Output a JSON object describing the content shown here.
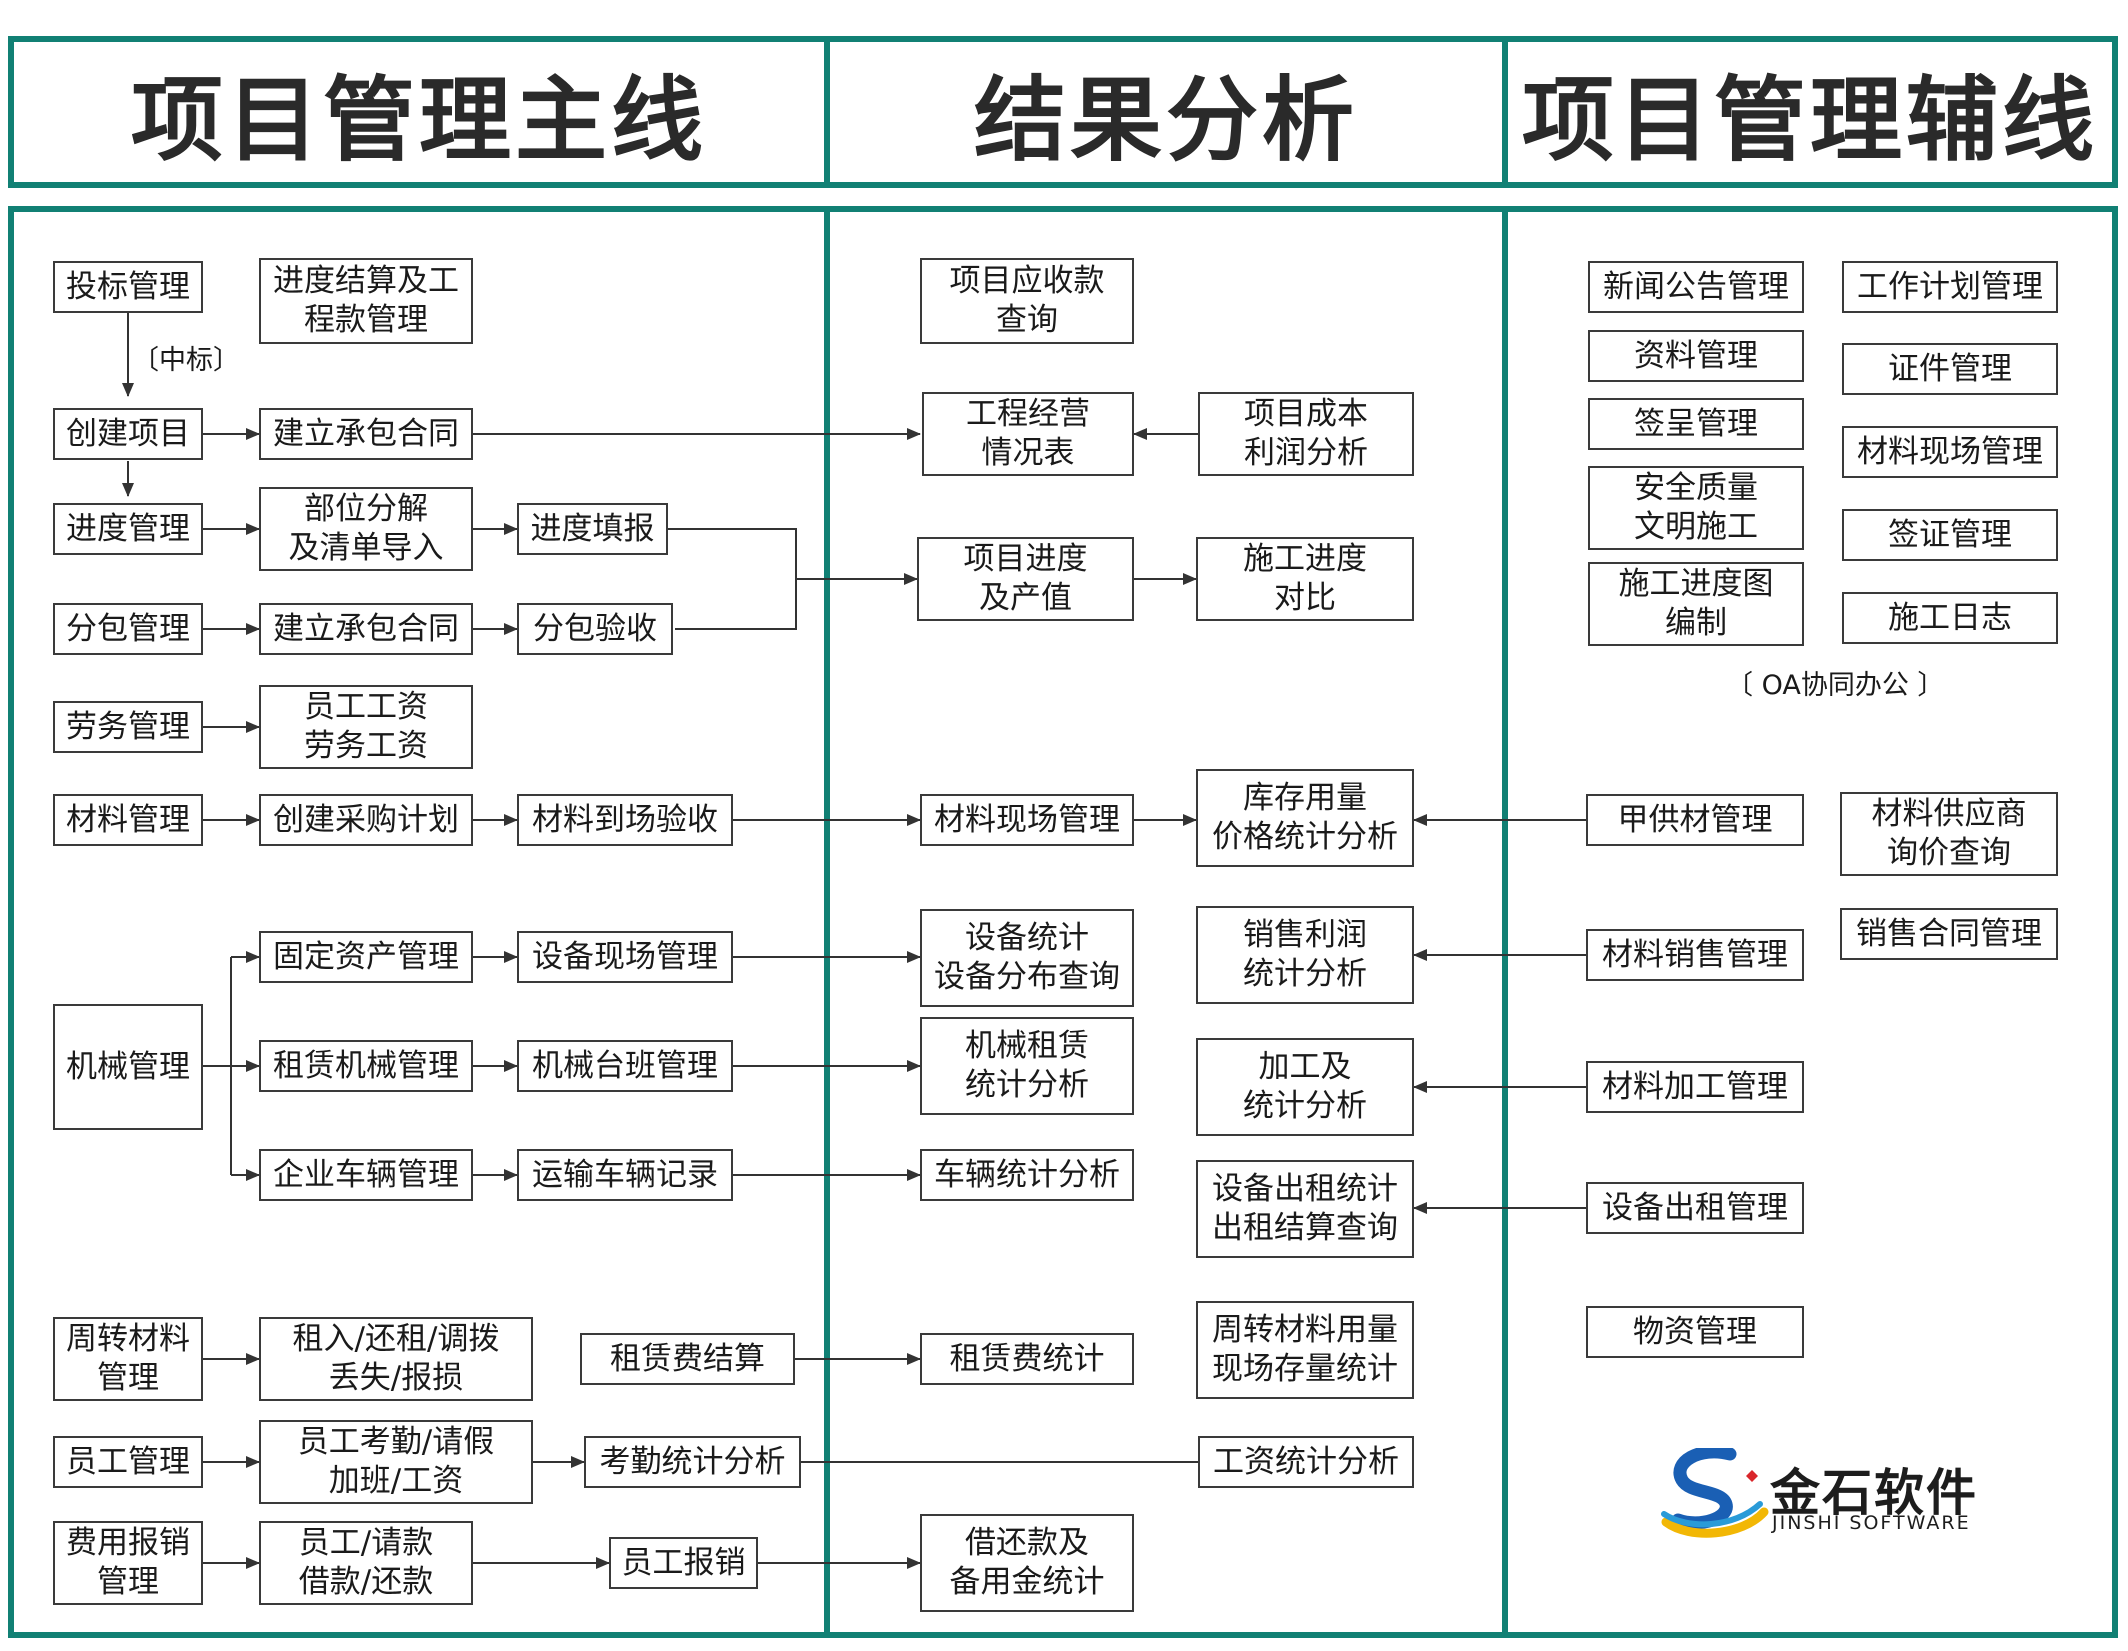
{
  "headers": {
    "main": "项目管理主线",
    "analysis": "结果分析",
    "aux": "项目管理辅线"
  },
  "notes": {
    "win_bid": "〔中标〕",
    "oa": "〔 OA协同办公 〕"
  },
  "logo": {
    "name": "金石软件",
    "sub": "JINSHI SOFTWARE",
    "colors": [
      "#1a5fb4",
      "#2a9bd8",
      "#f2b705",
      "#d9262b"
    ]
  },
  "nodes": {
    "bid": "投标管理",
    "progress_settle": "进度结算及工\n程款管理",
    "receivable": "项目应收款\n查询",
    "create_project": "创建项目",
    "contract1": "建立承包合同",
    "eng_ops": "工程经营\n情况表",
    "cost_profit": "项目成本\n利润分析",
    "progress_mgmt": "进度管理",
    "decompose": "部位分解\n及清单导入",
    "progress_fill": "进度填报",
    "proj_progress": "项目进度\n及产值",
    "construct_compare": "施工进度\n对比",
    "subcontract": "分包管理",
    "contract2": "建立承包合同",
    "sub_accept": "分包验收",
    "labor": "劳务管理",
    "wages": "员工工资\n劳务工资",
    "material": "材料管理",
    "purchase_plan": "创建采购计划",
    "arrival_accept": "材料到场验收",
    "site_material": "材料现场管理",
    "inventory": "库存用量\n价格统计分析",
    "fixed_asset": "固定资产管理",
    "equip_site": "设备现场管理",
    "equip_stats": "设备统计\n设备分布查询",
    "sales_profit": "销售利润\n统计分析",
    "machinery": "机械管理",
    "rent_machine": "租赁机械管理",
    "machine_shift": "机械台班管理",
    "machine_rent_stats": "机械租赁\n统计分析",
    "process_stats": "加工及\n统计分析",
    "vehicles": "企业车辆管理",
    "transport": "运输车辆记录",
    "vehicle_stats": "车辆统计分析",
    "rentout_stats": "设备出租统计\n出租结算查询",
    "turnover": "周转材料\n管理",
    "rent_ops": "租入/还租/调拨\n丢失/报损",
    "rent_settle": "租赁费结算",
    "rent_stats": "租赁费统计",
    "turnover_stats": "周转材料用量\n现场存量统计",
    "staff": "员工管理",
    "attendance": "员工考勤/请假\n加班/工资",
    "attend_stats": "考勤统计分析",
    "wage_stats": "工资统计分析",
    "expense": "费用报销\n管理",
    "loan": "员工/请款\n借款/还款",
    "reimburse": "员工报销",
    "petty_cash": "借还款及\n备用金统计",
    "news": "新闻公告管理",
    "work_plan": "工作计划管理",
    "docs": "资料管理",
    "certs": "证件管理",
    "submit": "签呈管理",
    "mat_site_aux": "材料现场管理",
    "safety": "安全质量\n文明施工",
    "visa": "签证管理",
    "schedule_chart": "施工进度图\n编制",
    "log": "施工日志",
    "supplied_mat": "甲供材管理",
    "supplier_query": "材料供应商\n询价查询",
    "sales_contract": "销售合同管理",
    "mat_sales": "材料销售管理",
    "mat_process": "材料加工管理",
    "rent_out": "设备出租管理",
    "goods": "物资管理"
  }
}
